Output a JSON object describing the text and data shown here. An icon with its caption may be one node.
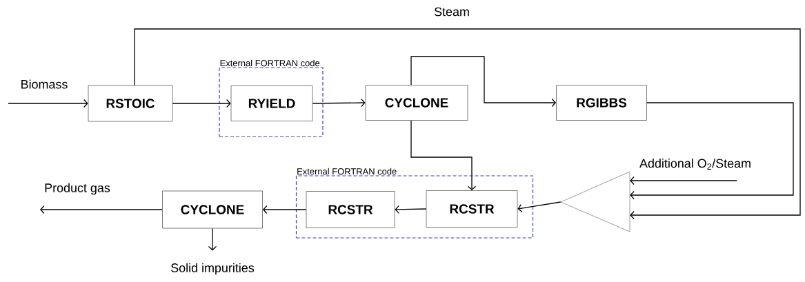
{
  "diagram": {
    "nodes": [
      {
        "text": [
          "RSTOIC"
        ]
      },
      {
        "text": [
          "External FORTRAN code"
        ]
      },
      {
        "text": [
          "RYIELD"
        ],
        "in": 1
      },
      {
        "text": [
          "CYCLONE"
        ]
      },
      {
        "text": [
          "RGIBBS"
        ]
      },
      {
        "text": [
          "CYCLONE"
        ]
      },
      {
        "text": [
          "External FORTRAN code"
        ]
      },
      {
        "text": [
          "RCSTR"
        ],
        "in": 6
      },
      {
        "text": [
          "RCSTR"
        ],
        "in": 6
      },
      {
        "text": [],
        "shape": "triangle"
      }
    ],
    "edges": [
      {
        "from": null,
        "to": 0,
        "arrow": "to",
        "label": "Biomass"
      },
      {
        "from": 0,
        "to": 9,
        "arrow": "to",
        "label": "Steam"
      },
      {
        "from": 0,
        "to": 2,
        "arrow": "to"
      },
      {
        "from": 2,
        "to": 3,
        "arrow": "to"
      },
      {
        "from": 3,
        "to": 4,
        "arrow": "to"
      },
      {
        "from": 3,
        "to": 8,
        "arrow": "to"
      },
      {
        "from": 4,
        "to": 9,
        "arrow": "to"
      },
      {
        "from": null,
        "to": 9,
        "arrow": "to",
        "label": "Additional O$_{2}$/Steam"
      },
      {
        "from": 9,
        "to": 8,
        "arrow": "to"
      },
      {
        "from": 8,
        "to": 7,
        "arrow": "to"
      },
      {
        "from": 7,
        "to": 5,
        "arrow": "to"
      },
      {
        "from": 5,
        "to": null,
        "arrow": "to",
        "label": "Product gas"
      },
      {
        "from": 5,
        "to": null,
        "arrow": "to",
        "label": "Solid impurities"
      }
    ]
  }
}
